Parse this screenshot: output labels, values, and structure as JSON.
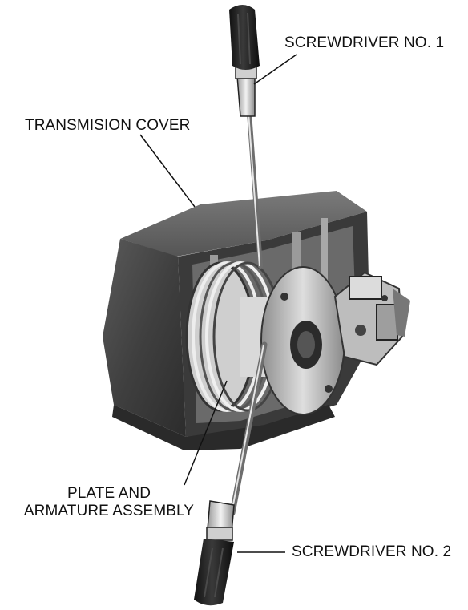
{
  "labels": {
    "screwdriver_1": "SCREWDRIVER NO. 1",
    "transmission_cover": "TRANSMISION COVER",
    "plate_line1": "PLATE AND",
    "plate_line2": "ARMATURE ASSEMBLY",
    "screwdriver_2": "SCREWDRIVER NO. 2"
  },
  "colors": {
    "ink": "#111111",
    "housing_dark": "#4a4a4a",
    "housing_mid": "#6b6b6b",
    "metal": "#b9b9b9",
    "handle": "#1e1e1e"
  }
}
